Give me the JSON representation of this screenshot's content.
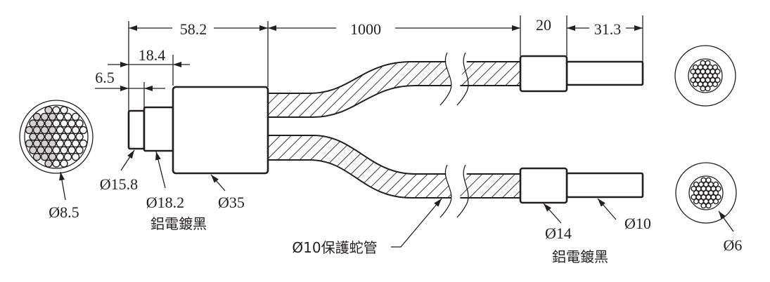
{
  "colors": {
    "line": "#231f20",
    "fiber_grey": "#d3d3d3"
  },
  "dimensions": {
    "overall_head": "58.2",
    "hose_length": "1000",
    "ferrule_length": "20",
    "tip_length": "31.3",
    "step_length": "18.4",
    "tip_step": "6.5"
  },
  "labels": {
    "bundle_left": "Ø8.5",
    "d_tip": "Ø15.8",
    "d_step": "Ø18.2",
    "d_step_finish": "鋁電鍍黑",
    "d_body": "Ø35",
    "hose": "Ø10保護蛇管",
    "d_ferrule": "Ø14",
    "d_ferrule_finish": "鋁電鍍黑",
    "d_end_tip": "Ø10",
    "bundle_right": "Ø6"
  }
}
